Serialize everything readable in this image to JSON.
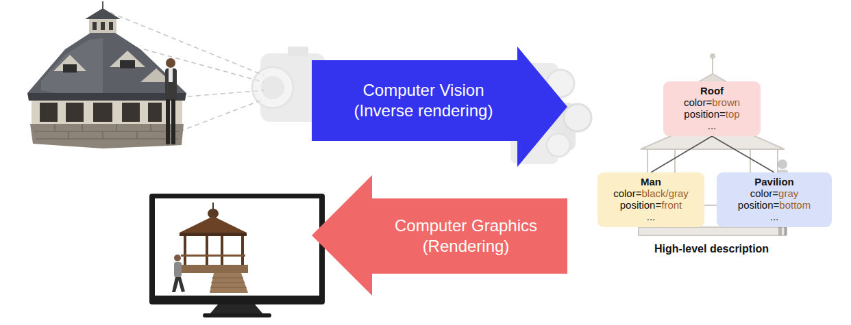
{
  "diagram": {
    "nodes": [
      {
        "text": [
          "Computer Vision (Inverse rendering)"
        ]
      },
      {
        "text": [
          "Roof",
          "color=brown",
          "position=top",
          "..."
        ]
      },
      {
        "text": [
          "Computer Graphics (Rendering)"
        ]
      },
      {
        "text": [
          "Man",
          "color=black/gray",
          "position=front",
          "..."
        ]
      },
      {
        "text": [
          "Pavilion",
          "color=gray",
          "position=bottom",
          "..."
        ]
      }
    ],
    "edges": [
      {
        "from": 1,
        "to": 3,
        "arrow": "none"
      },
      {
        "from": 1,
        "to": 4,
        "arrow": "none"
      }
    ],
    "labels": [
      "High-level description"
    ]
  }
}
